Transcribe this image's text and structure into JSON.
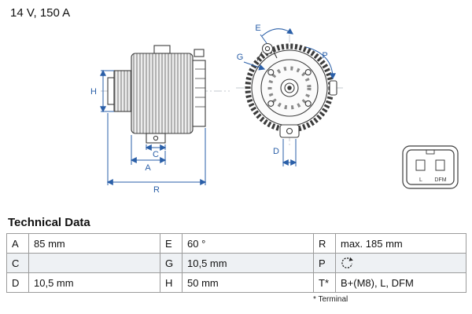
{
  "spec": "14 V, 150 A",
  "colors": {
    "dimension_blue": "#2a5fa8",
    "drawing_gray": "#3c3c3c",
    "row_alt": "#eef1f4"
  },
  "diagram": {
    "dim_labels": {
      "H": "H",
      "C": "C",
      "A": "A",
      "R": "R",
      "E": "E",
      "G": "G",
      "P": "P",
      "D": "D"
    },
    "connector_labels": {
      "l": "L",
      "dfm": "DFM"
    },
    "p_icon": "rotation-direction-icon"
  },
  "table": {
    "title": "Technical Data",
    "rows": [
      {
        "c1k": "A",
        "c1v": "85 mm",
        "c2k": "E",
        "c2v": "60 °",
        "c3k": "R",
        "c3v": "max. 185 mm"
      },
      {
        "c1k": "C",
        "c1v": "",
        "c2k": "G",
        "c2v": "10,5 mm",
        "c3k": "P",
        "c3v": ""
      },
      {
        "c1k": "D",
        "c1v": "10,5 mm",
        "c2k": "H",
        "c2v": "50 mm",
        "c3k": "T*",
        "c3v": "B+(M8), L, DFM"
      }
    ],
    "footnote": "* Terminal"
  }
}
